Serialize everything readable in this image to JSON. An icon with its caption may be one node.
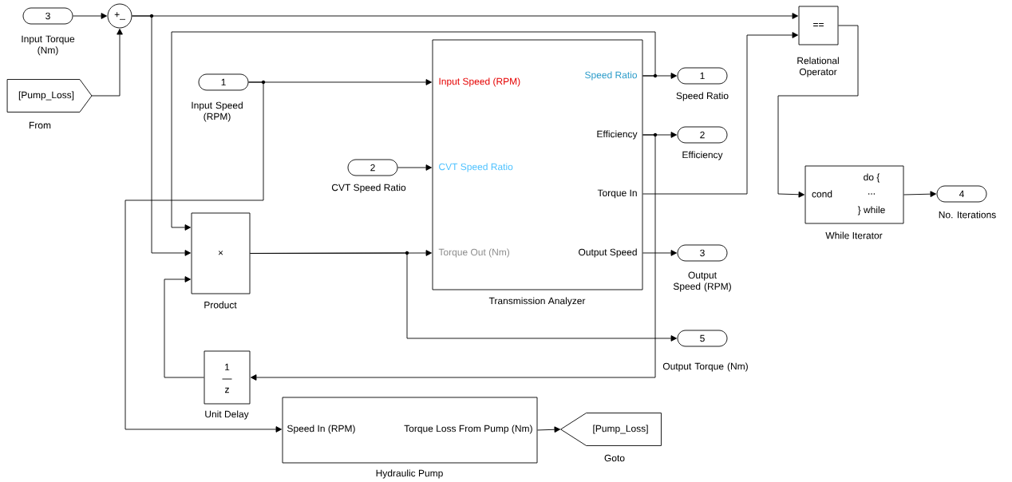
{
  "diagram": {
    "nodes": [
      {
        "text": [
          "3"
        ],
        "beside": [
          "Input Torque (Nm)"
        ]
      },
      {
        "text": [
          "+_"
        ]
      },
      {
        "text": [
          "[Pump_Loss]"
        ],
        "beside": [
          "From"
        ]
      },
      {
        "text": [
          "1"
        ],
        "beside": [
          "Input Speed (RPM)"
        ]
      },
      {
        "text": [
          "Speed Ratio",
          "Input Speed (RPM)",
          "Efficiency",
          "CVT Speed Ratio",
          "Torque In",
          "Torque Out (Nm)",
          "Output Speed"
        ],
        "beside": [
          "Transmission Analyzer"
        ]
      },
      {
        "text": [
          "2"
        ],
        "beside": [
          "CVT Speed Ratio"
        ]
      },
      {
        "text": [
          "=="
        ],
        "beside": [
          "Relational Operator"
        ]
      },
      {
        "text": [
          "1"
        ],
        "beside": [
          "Speed Ratio"
        ]
      },
      {
        "text": [
          "2"
        ],
        "beside": [
          "Efficiency"
        ]
      },
      {
        "text": [
          "cond",
          "do {",
          "...",
          "} while"
        ],
        "beside": [
          "While Iterator"
        ]
      },
      {
        "text": [
          "4"
        ],
        "beside": [
          "No. Iterations"
        ]
      },
      {
        "text": [
          "×"
        ],
        "beside": [
          "Product"
        ]
      },
      {
        "text": [
          "3"
        ],
        "beside": [
          "Output Speed (RPM)"
        ]
      },
      {
        "text": [
          "5"
        ],
        "beside": [
          "Output Torque (Nm)"
        ]
      },
      {
        "text": [
          "1",
          "z"
        ],
        "beside": [
          "Unit Delay"
        ]
      },
      {
        "text": [
          "Speed In (RPM)",
          "Torque Loss From Pump (Nm)"
        ],
        "beside": [
          "Hydraulic Pump"
        ]
      },
      {
        "text": [
          "[Pump_Loss]"
        ],
        "beside": [
          "Goto"
        ]
      }
    ],
    "edges": [
      {
        "from": 0,
        "to": 1,
        "arrow": "to"
      },
      {
        "from": 2,
        "to": 1,
        "arrow": "to"
      },
      {
        "from": 1,
        "to": 6,
        "arrow": "to"
      },
      {
        "from": 1,
        "to": 11,
        "arrow": "to"
      },
      {
        "from": 3,
        "to": 4,
        "arrow": "to"
      },
      {
        "from": 3,
        "to": 15,
        "arrow": "to"
      },
      {
        "from": 5,
        "to": 4,
        "arrow": "to"
      },
      {
        "from": 4,
        "to": 7,
        "arrow": "to"
      },
      {
        "from": 4,
        "to": 11,
        "arrow": "to"
      },
      {
        "from": 4,
        "to": 8,
        "arrow": "to"
      },
      {
        "from": 4,
        "to": 14,
        "arrow": "to"
      },
      {
        "from": 4,
        "to": 6,
        "arrow": "to"
      },
      {
        "from": 4,
        "to": 12,
        "arrow": "to"
      },
      {
        "from": 11,
        "to": 4,
        "arrow": "to"
      },
      {
        "from": 11,
        "to": 13,
        "arrow": "to"
      },
      {
        "from": 14,
        "to": 11,
        "arrow": "to"
      },
      {
        "from": 6,
        "to": 9,
        "arrow": "to"
      },
      {
        "from": 9,
        "to": 10,
        "arrow": "to"
      },
      {
        "from": 15,
        "to": 16,
        "arrow": "to"
      }
    ]
  }
}
